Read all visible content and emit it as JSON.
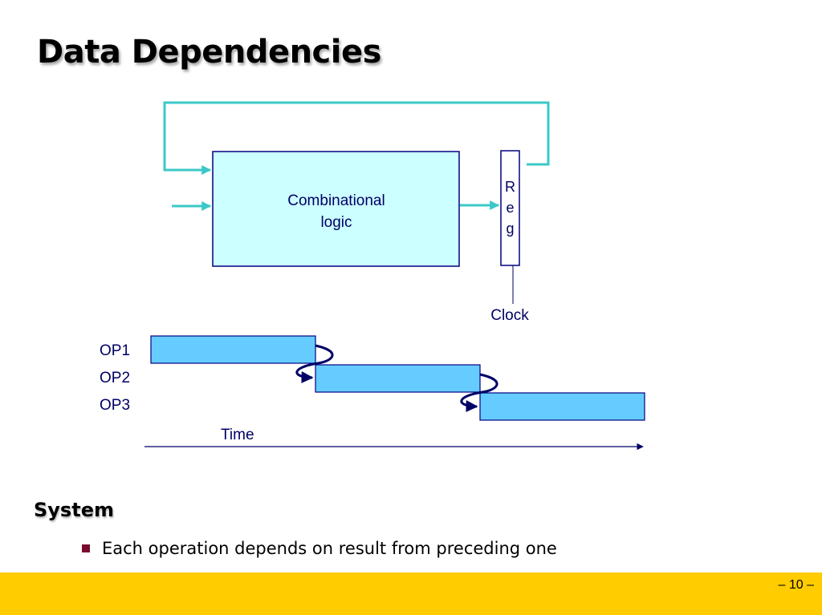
{
  "slide": {
    "title": "Data Dependencies",
    "section_heading": "System",
    "bullets": [
      "Each operation depends on result from preceding one"
    ],
    "page_number": "– 10 –"
  },
  "diagram": {
    "logic_label_line1": "Combinational",
    "logic_label_line2": "logic",
    "reg_letters": [
      "R",
      "e",
      "g"
    ],
    "clock_label": "Clock",
    "operations": [
      "OP1",
      "OP2",
      "OP3"
    ],
    "time_label": "Time"
  },
  "colors": {
    "wire": "#3cc8c8",
    "logic_fill": "#ccffff",
    "box_stroke": "#000080",
    "op_fill": "#66ccff",
    "dependency_arrow": "#000066",
    "footer_bar": "#ffcc00",
    "bullet_marker": "#7a0a2e"
  }
}
